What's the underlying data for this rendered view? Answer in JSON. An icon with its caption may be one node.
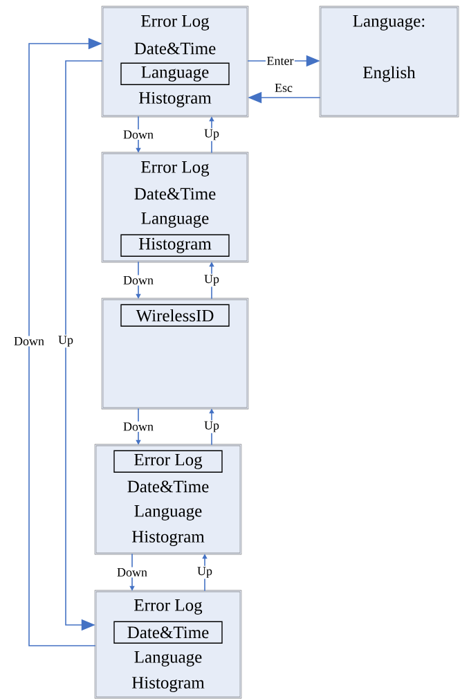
{
  "diagram": {
    "nodes": [
      {
        "text": [
          "Error Log",
          "Date&Time",
          "Histogram"
        ]
      },
      {
        "text": [
          "Language"
        ],
        "in": 0
      },
      {
        "text": [
          "Language:",
          "English"
        ]
      },
      {
        "text": [
          "Error Log",
          "Date&Time",
          "Language"
        ]
      },
      {
        "text": [
          "Histogram"
        ],
        "in": 3
      },
      {
        "text": [],
        "shape": "box"
      },
      {
        "text": [
          "WirelessID"
        ],
        "in": 5
      },
      {
        "text": [
          "Date&Time",
          "Language",
          "Histogram"
        ]
      },
      {
        "text": [
          "Error Log"
        ],
        "in": 7
      },
      {
        "text": [
          "Error Log",
          "Language",
          "Histogram"
        ]
      },
      {
        "text": [
          "Date&Time"
        ],
        "in": 9
      }
    ],
    "edges": [
      {
        "from": 0,
        "to": 2,
        "arrow": "to",
        "label": "Enter"
      },
      {
        "from": 2,
        "to": 0,
        "arrow": "to",
        "label": "Esc"
      },
      {
        "from": 0,
        "to": 3,
        "arrow": "to",
        "label": "Down"
      },
      {
        "from": 3,
        "to": 0,
        "arrow": "to",
        "label": "Up"
      },
      {
        "from": 3,
        "to": 5,
        "arrow": "to",
        "label": "Down"
      },
      {
        "from": 5,
        "to": 3,
        "arrow": "to",
        "label": "Up"
      },
      {
        "from": 5,
        "to": 7,
        "arrow": "to",
        "label": "Down"
      },
      {
        "from": 7,
        "to": 5,
        "arrow": "to",
        "label": "Up"
      },
      {
        "from": 7,
        "to": 9,
        "arrow": "to",
        "label": "Down"
      },
      {
        "from": 9,
        "to": 7,
        "arrow": "to",
        "label": "Up"
      },
      {
        "from": 9,
        "to": 0,
        "arrow": "to",
        "label": "Down"
      },
      {
        "from": 0,
        "to": 9,
        "arrow": "to",
        "label": "Up"
      }
    ]
  }
}
